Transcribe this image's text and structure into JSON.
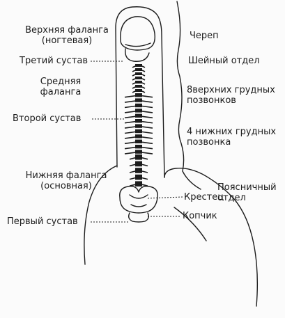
{
  "labels": {
    "upper_phalanx": "Верхняя фаланга",
    "upper_phalanx_sub": "(ногтевая)",
    "third_joint": "Третий сустав",
    "middle_phalanx": "Средняя",
    "middle_phalanx_2": "фаланга",
    "second_joint": "Второй сустав",
    "lower_phalanx": "Нижняя фаланга",
    "lower_phalanx_sub": "(основная)",
    "first_joint": "Первый сустав",
    "skull": "Череп",
    "cervical": "Шейный отдел",
    "upper_thoracic": "8верхних грудных",
    "upper_thoracic_2": "позвонков",
    "lower_thoracic": "4 нижних грудных",
    "lower_thoracic_2": "позвонка",
    "lumbar": "Поясничный",
    "lumbar_2": "отдел",
    "sacrum": "Крестец",
    "coccyx": "Копчик"
  },
  "colors": {
    "ink": "#1c1c1c",
    "background": "#fbfbfb"
  }
}
